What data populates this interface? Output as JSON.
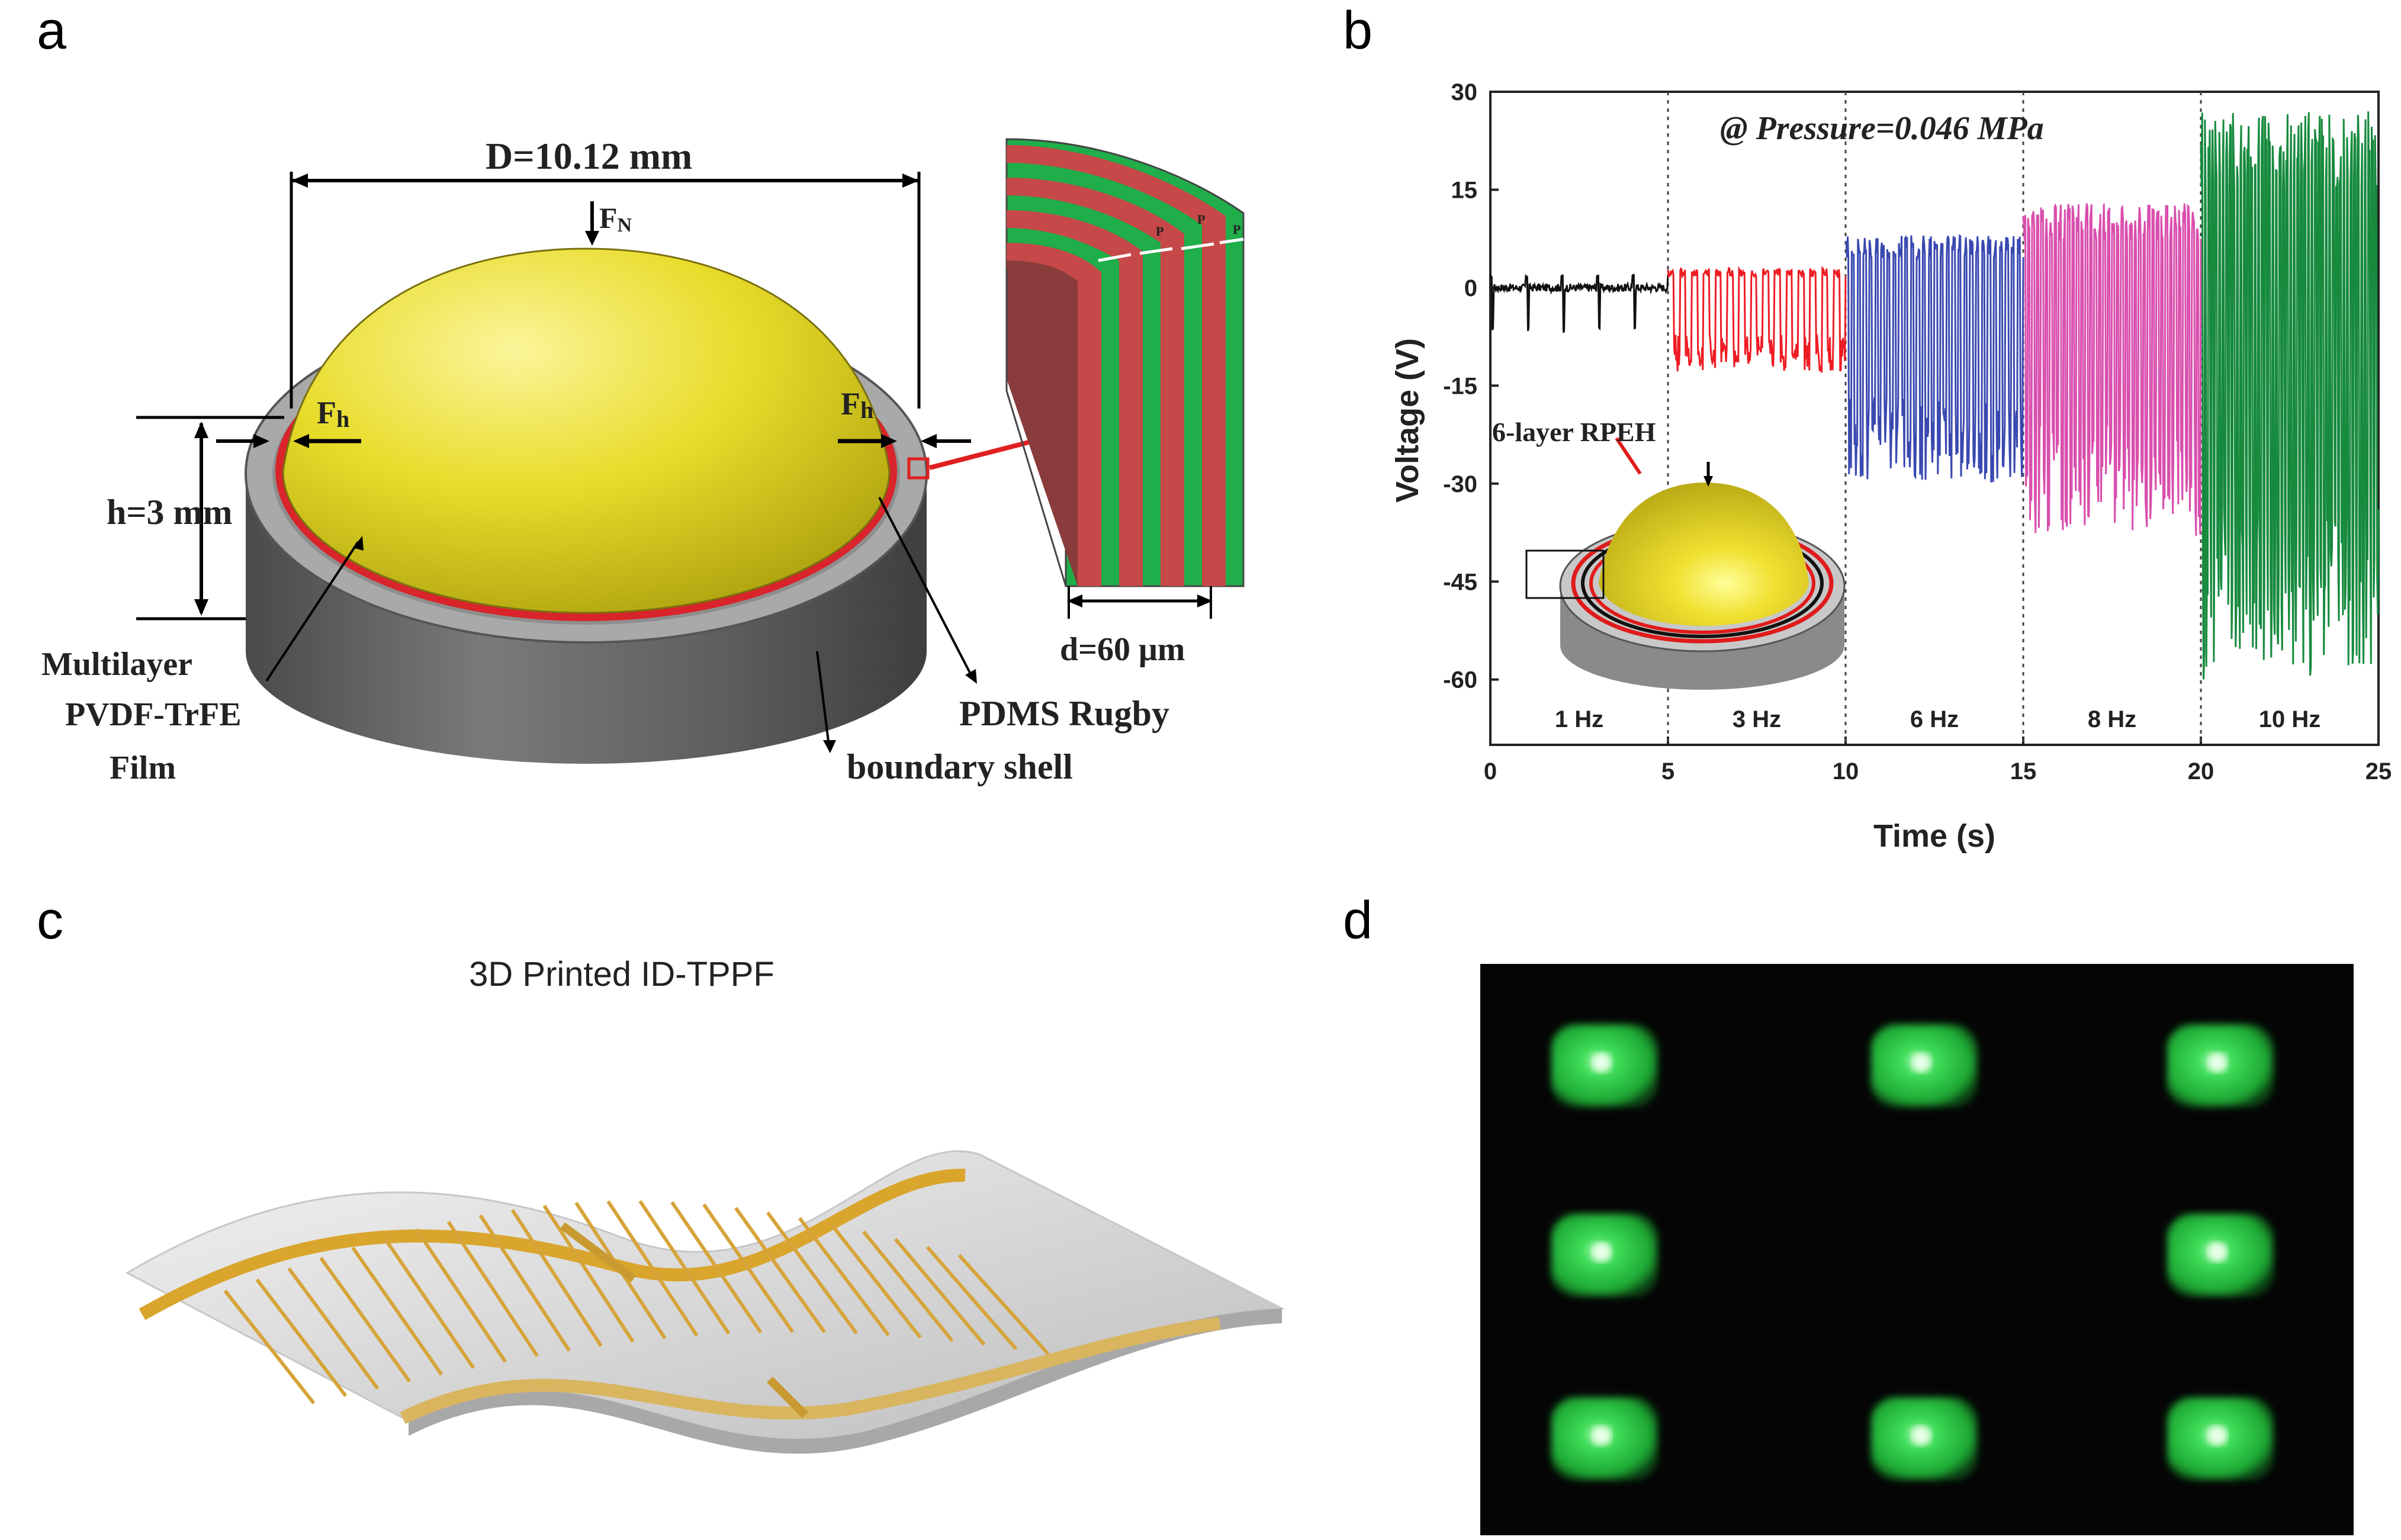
{
  "panels": {
    "a": "a",
    "b": "b",
    "c": "c",
    "d": "d"
  },
  "panel_a": {
    "diameter": "D=10.12 mm",
    "height": "h=3 mm",
    "thickness": "d=60 μm",
    "force_normal": "F",
    "force_normal_sub": "N",
    "force_h": "F",
    "force_h_sub": "h",
    "film_label": [
      "Multilayer",
      "PVDF-TrFE",
      "Film"
    ],
    "shell_label": [
      "PDMS Rugby",
      "boundary shell"
    ],
    "layer_p": "P"
  },
  "panel_b": {
    "annotation": "@ Pressure=0.046 MPa",
    "inset_label": "6-layer RPEH"
  },
  "panel_c": {
    "title": "3D Printed ID-TPPF"
  },
  "chart_data": {
    "type": "line",
    "title": "",
    "xlabel": "Time (s)",
    "ylabel": "Voltage (V)",
    "xlim": [
      0,
      25
    ],
    "ylim": [
      -70,
      30
    ],
    "xticks": [
      0,
      5,
      10,
      15,
      20,
      25
    ],
    "yticks": [
      30,
      15,
      0,
      -15,
      -30,
      -45,
      -60
    ],
    "grid": false,
    "segments": [
      {
        "label": "1 Hz",
        "x_start": 0,
        "x_end": 5,
        "frequency_hz": 1,
        "peak_max": 2,
        "peak_min": -7,
        "color": "#111111"
      },
      {
        "label": "3 Hz",
        "x_start": 5,
        "x_end": 10,
        "frequency_hz": 3,
        "peak_max": 3,
        "peak_min": -13,
        "color": "#ee1c24"
      },
      {
        "label": "6 Hz",
        "x_start": 10,
        "x_end": 15,
        "frequency_hz": 6,
        "peak_max": 8,
        "peak_min": -30,
        "color": "#3a49b0"
      },
      {
        "label": "8 Hz",
        "x_start": 15,
        "x_end": 20,
        "frequency_hz": 8,
        "peak_max": 13,
        "peak_min": -38,
        "color": "#d94fae"
      },
      {
        "label": "10 Hz",
        "x_start": 20,
        "x_end": 25,
        "frequency_hz": 10,
        "peak_max": 27,
        "peak_min": -60,
        "color": "#178a3e"
      }
    ]
  },
  "colors": {
    "dome": "#e8dc2a",
    "ring_red": "#d8242a",
    "shell_gray": "#6c6c6c",
    "layer_green": "#1fae4a",
    "layer_red": "#c64848",
    "led_green": "#22c23a",
    "gold": "#d9a52c"
  }
}
